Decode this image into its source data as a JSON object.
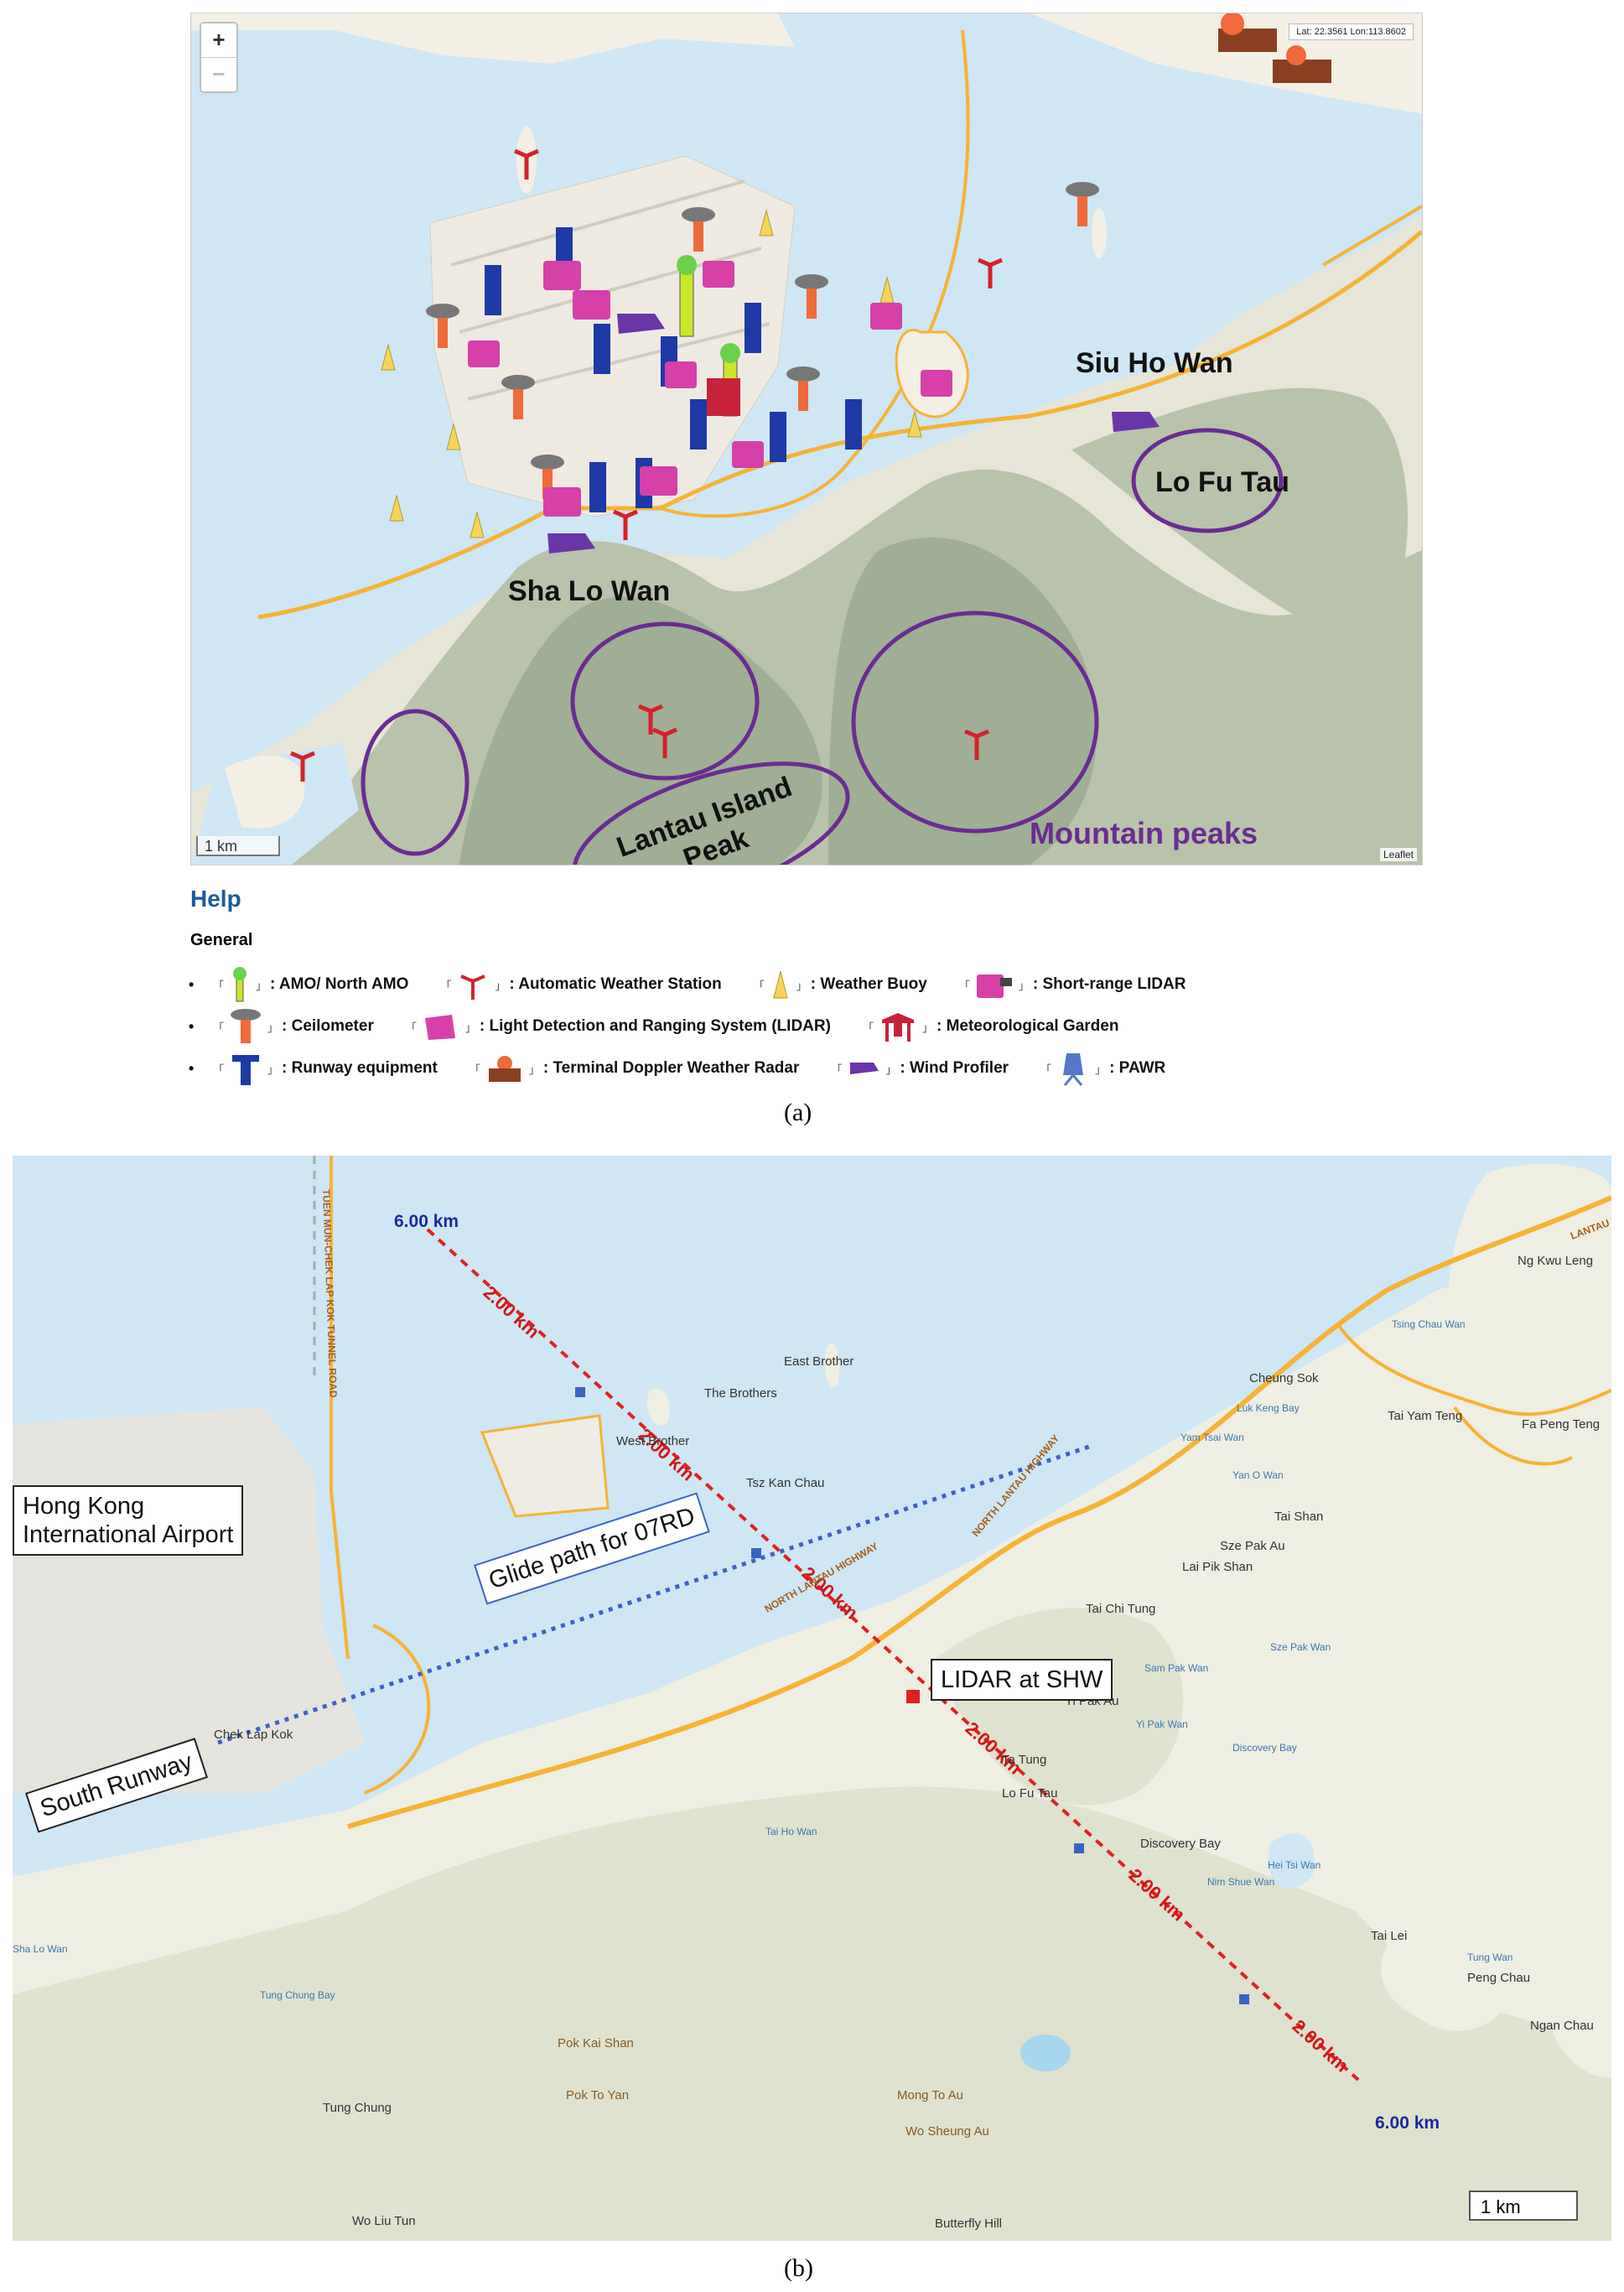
{
  "panel_a": {
    "zoom_in": "+",
    "zoom_out": "−",
    "coordinates": "Lat: 22.3561 Lon:113.8602",
    "labels": {
      "siu_ho_wan": "Siu Ho Wan",
      "lo_fu_tau": "Lo Fu Tau",
      "sha_lo_wan": "Sha Lo Wan",
      "lantau_peak_1": "Lantau Island",
      "lantau_peak_2": "Peak",
      "mountain_peaks": "Mountain peaks"
    },
    "scale": "1 km",
    "attribution": "Leaflet",
    "colors": {
      "water": "#cfe6f4",
      "land": "#f3efe4",
      "hill": "#9fae95",
      "road": "#f5b335",
      "circle": "#6a2c91"
    }
  },
  "help": {
    "title": "Help",
    "general": "General",
    "rows": [
      [
        {
          "icon": "amo-tower-icon",
          "label": ": AMO/ North AMO"
        },
        {
          "icon": "weather-station-icon",
          "label": ": Automatic Weather Station"
        },
        {
          "icon": "buoy-icon",
          "label": ": Weather Buoy"
        },
        {
          "icon": "short-lidar-icon",
          "label": ": Short-range LIDAR"
        }
      ],
      [
        {
          "icon": "ceilometer-icon",
          "label": ": Ceilometer"
        },
        {
          "icon": "lidar-icon",
          "label": ": Light Detection and Ranging System (LIDAR)"
        },
        {
          "icon": "met-garden-icon",
          "label": ": Meteorological Garden"
        }
      ],
      [
        {
          "icon": "runway-equipment-icon",
          "label": ": Runway equipment"
        },
        {
          "icon": "tdwr-icon",
          "label": ": Terminal Doppler Weather Radar"
        },
        {
          "icon": "wind-profiler-icon",
          "label": ": Wind Profiler"
        },
        {
          "icon": "pawr-icon",
          "label": ": PAWR"
        }
      ]
    ],
    "bracket_open": "「",
    "bracket_close": "」"
  },
  "caption_a": "(a)",
  "panel_b": {
    "boxes": {
      "airport": [
        "Hong Kong",
        "International Airport"
      ],
      "lidar": "LIDAR at SHW",
      "glide": "Glide path for 07RD",
      "runway": "South Runway"
    },
    "distances": {
      "start": "6.00 km",
      "end": "6.00 km",
      "seg": "2.00 km"
    },
    "places": {
      "east_brother": "East Brother",
      "the_brothers": "The Brothers",
      "west_brother": "West Brother",
      "tsz_kan_chau": "Tsz Kan Chau",
      "cheung_sok": "Cheung Sok",
      "ng_kwu_leng": "Ng Kwu Leng",
      "tsing_chau_wan": "Tsing Chau Wan",
      "luk_keng_bay": "Luk Keng Bay",
      "tai_yam_teng": "Tai Yam Teng",
      "fa_peng_teng": "Fa Peng Teng",
      "yam_tsai_wan": "Yam Tsai Wan",
      "yan_o_wan": "Yan O Wan",
      "tai_shan": "Tai Shan",
      "sze_pak_au": "Sze Pak Au",
      "lai_pik_shan": "Lai Pik Shan",
      "tai_chi_tung": "Tai Chi Tung",
      "sze_pak_wan": "Sze Pak Wan",
      "sam_pak_wan": "Sam Pak Wan",
      "yi_pak_au": "Yi Pak Au",
      "yi_pak_wan": "Yi Pak Wan",
      "discovery_bay": "Discovery Bay",
      "ta_tung": "Ta Tung",
      "lo_fu_tau": "Lo Fu Tau",
      "discovery_bay2": "Discovery Bay",
      "hei_tsi_wan": "Hei Tsi Wan",
      "nim_shue_wan": "Nim Shue Wan",
      "tai_lei": "Tai Lei",
      "tung_wan": "Tung Wan",
      "peng_chau": "Peng Chau",
      "ngan_chau": "Ngan Chau",
      "tai_ho_wan": "Tai Ho Wan",
      "chek_lap_kok": "Chek Lap Kok",
      "sha_lo_wan": "Sha Lo Wan",
      "tung_chung_bay": "Tung Chung Bay",
      "tung_chung": "Tung Chung",
      "pok_kai_shan": "Pok Kai Shan",
      "pok_to_yan": "Pok To Yan",
      "mong_to_au": "Mong To Au",
      "wo_sheung_au": "Wo Sheung Au",
      "wo_liu_tun": "Wo Liu Tun",
      "butterfly_hill": "Butterfly Hill",
      "tunnel": "TUEN MUN-CHEK LAP KOK TUNNEL ROAD",
      "north_lantau": "NORTH LANTAU HIGHWAY",
      "lantau_link": "LANTAU LINK"
    },
    "scale": "1 km"
  },
  "caption_b": "(b)"
}
